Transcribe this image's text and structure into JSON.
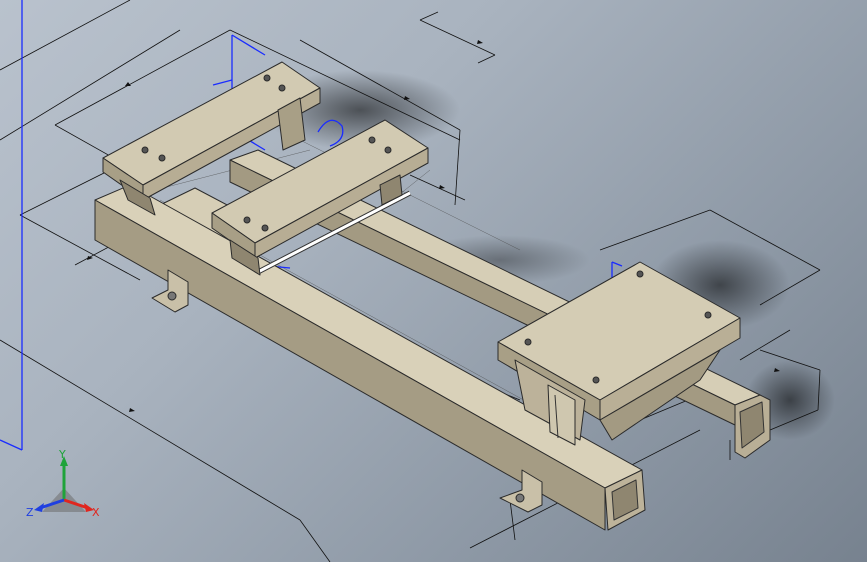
{
  "viewport": {
    "background_colors": [
      "#b9c2cd",
      "#77828f"
    ],
    "model_color": "#cfc6ae",
    "model_dark": "#9c927b",
    "edge_color": "#2b2b2b",
    "sketch_color": "#1a2cff",
    "dimension_color": "#111111"
  },
  "triad": {
    "labels": {
      "x": "X",
      "y": "Y",
      "z": "Z"
    },
    "colors": {
      "x": "#e0261f",
      "y": "#1fa33a",
      "z": "#1f3fe0"
    }
  }
}
